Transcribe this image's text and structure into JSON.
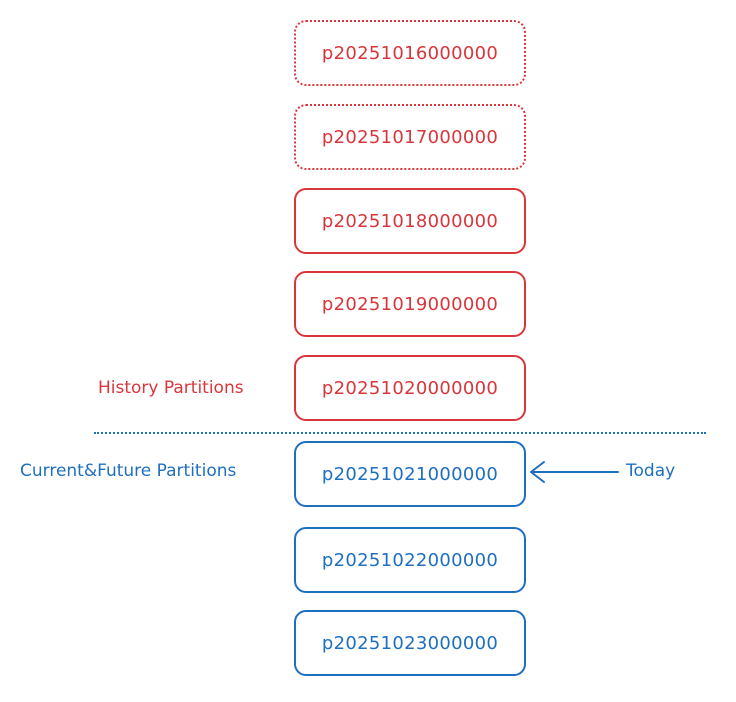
{
  "colors": {
    "history": "#d9363b",
    "current": "#1f6fbf"
  },
  "history_label": "History Partitions",
  "current_label": "Current&Future Partitions",
  "today_label": "Today",
  "partitions": [
    {
      "name": "p20251016000000",
      "group": "history",
      "border": "dotted"
    },
    {
      "name": "p20251017000000",
      "group": "history",
      "border": "dotted"
    },
    {
      "name": "p20251018000000",
      "group": "history",
      "border": "solid"
    },
    {
      "name": "p20251019000000",
      "group": "history",
      "border": "solid"
    },
    {
      "name": "p20251020000000",
      "group": "history",
      "border": "solid"
    },
    {
      "name": "p20251021000000",
      "group": "current",
      "border": "solid",
      "marked": "Today"
    },
    {
      "name": "p20251022000000",
      "group": "current",
      "border": "solid"
    },
    {
      "name": "p20251023000000",
      "group": "current",
      "border": "solid"
    }
  ]
}
